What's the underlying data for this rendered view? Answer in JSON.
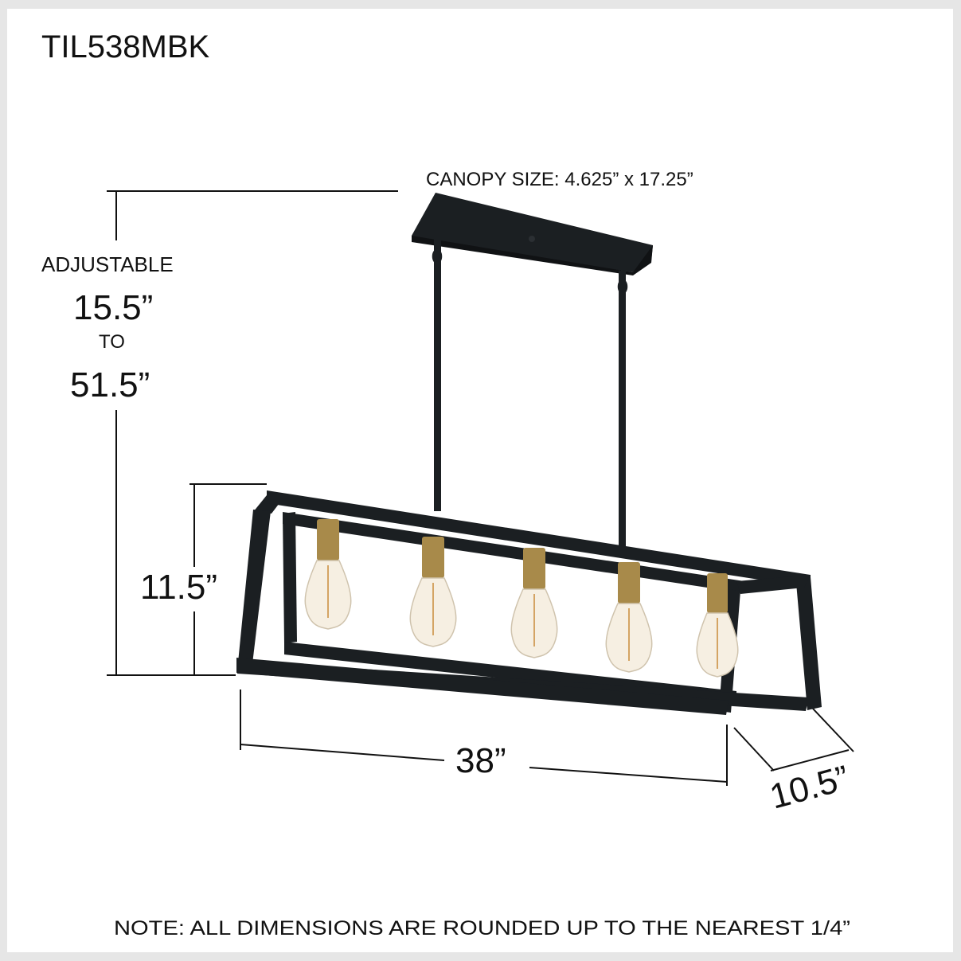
{
  "model_number": "TIL538MBK",
  "canopy_label": "CANOPY SIZE: 4.625” x 17.25”",
  "adjustable": {
    "label": "ADJUSTABLE",
    "min": "15.5”",
    "to": "TO",
    "max": "51.5”"
  },
  "dimensions": {
    "height": "11.5”",
    "width": "38”",
    "depth": "10.5”"
  },
  "note": "NOTE: ALL DIMENSIONS ARE ROUNDED UP TO THE NEAREST 1/4”",
  "fixture": {
    "bulb_count": 5,
    "frame_color": "#1b1f22",
    "socket_color": "#a88a4a",
    "bulb_glass_color": "#f6efe2",
    "filament_color": "#c98a3a"
  }
}
